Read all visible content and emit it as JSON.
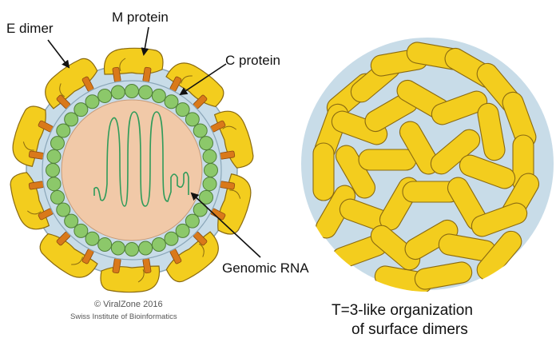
{
  "labels": {
    "e_dimer": "E dimer",
    "m_protein": "M protein",
    "c_protein": "C protein",
    "genomic_rna": "Genomic RNA"
  },
  "credit": {
    "line1": "© ViralZone 2016",
    "line2": "Swiss Institute of Bioinformatics"
  },
  "caption": {
    "line1": "T=3-like organization",
    "line2": "of surface dimers"
  },
  "colors": {
    "envelope_yellow": "#f3cd1e",
    "envelope_outline": "#8a6a10",
    "m_protein_orange": "#d9791a",
    "lipid_blue": "#c8dce8",
    "capsid_green": "#8cc86a",
    "capsid_outline": "#4f7f38",
    "core_peach": "#f1c9a8",
    "rna_green": "#2f9b5a"
  }
}
